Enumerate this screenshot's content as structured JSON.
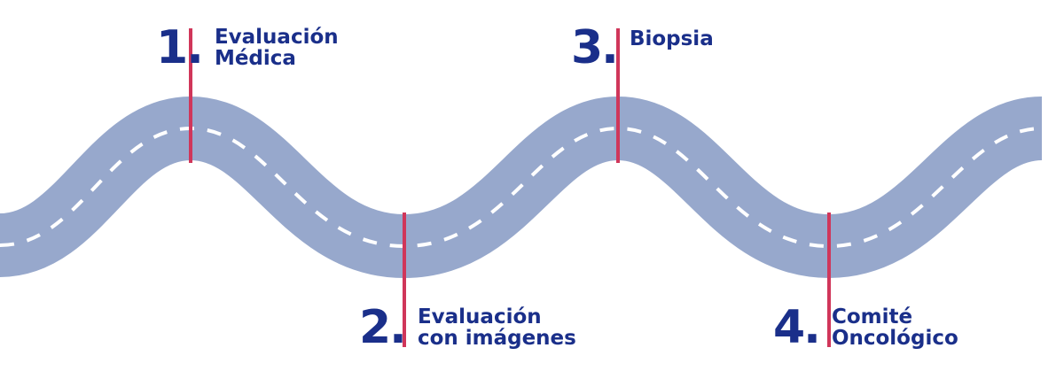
{
  "colors": {
    "road": "#97a8cc",
    "road_line": "#ffffff",
    "marker": "#d0365a",
    "text": "#1a2f8a",
    "background": "#ffffff"
  },
  "steps": [
    {
      "number": "1.",
      "line1": "Evaluación",
      "line2": "Médica"
    },
    {
      "number": "2.",
      "line1": "Evaluación",
      "line2": "con imágenes"
    },
    {
      "number": "3.",
      "line1": "Biopsia",
      "line2": ""
    },
    {
      "number": "4.",
      "line1": "Comité",
      "line2": "Oncológico"
    }
  ]
}
